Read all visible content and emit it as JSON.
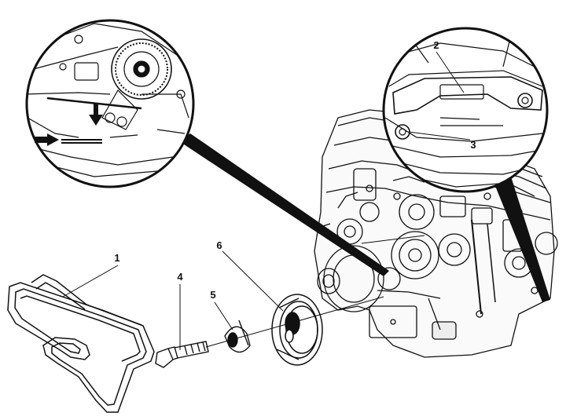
{
  "callouts": {
    "c1": "1",
    "c2": "2",
    "c3": "3",
    "c4": "4",
    "c5": "5",
    "c6": "6"
  },
  "colors": {
    "ink": "#111111",
    "paper": "#ffffff"
  },
  "icons": [
    "down-arrow-icon",
    "right-arrow-icon"
  ]
}
